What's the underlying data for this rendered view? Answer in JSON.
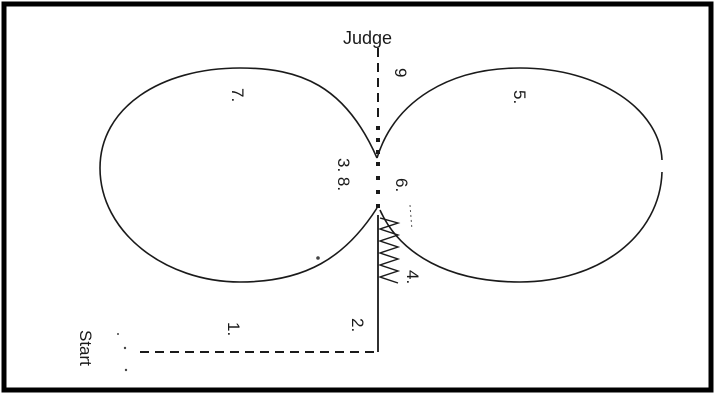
{
  "diagram": {
    "top_label": "Judge",
    "start_label": "Start",
    "markers": [
      {
        "id": "m1",
        "text": "1."
      },
      {
        "id": "m2",
        "text": "2."
      },
      {
        "id": "m38",
        "text": "3. 8."
      },
      {
        "id": "m4",
        "text": "4."
      },
      {
        "id": "m5",
        "text": "5."
      },
      {
        "id": "m6",
        "text": "6."
      },
      {
        "id": "m7",
        "text": "7."
      },
      {
        "id": "m9",
        "text": "9"
      }
    ]
  }
}
